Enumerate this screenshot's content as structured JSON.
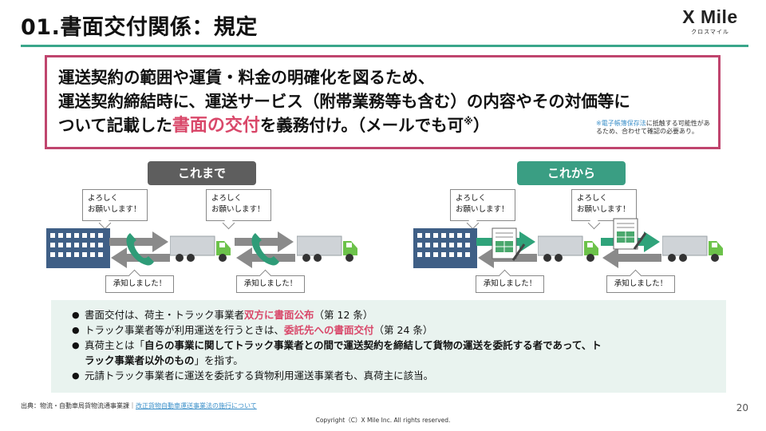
{
  "header": {
    "title": "01.書面交付関係：規定",
    "logo_main": "X Mile",
    "logo_sub": "クロスマイル"
  },
  "lead": {
    "line1": "運送契約の範囲や運賃・料金の明確化を図るため、",
    "line2": "運送契約締結時に、運送サービス（附帯業務等も含む）の内容やその対価等に",
    "line3_prefix": "ついて記載した",
    "line3_em": "書面の交付",
    "line3_suffix": "を義務付け。（メールでも可",
    "line3_sup": "※",
    "line3_end": "）",
    "note_link": "※電子帳簿保存法",
    "note_rest": "に抵触する可能性があるため、合わせて確認の必要あり。"
  },
  "before": {
    "label": "これまで",
    "bubble1": [
      "よろしく",
      "お願いします！"
    ],
    "bubble2": [
      "よろしく",
      "お願いします！"
    ],
    "reply1": "承知しました！",
    "reply2": "承知しました！"
  },
  "after": {
    "label": "これから",
    "bubble1": [
      "よろしく",
      "お願いします！"
    ],
    "bubble2": [
      "よろしく",
      "お願いします！"
    ],
    "reply1": "承知しました！",
    "reply2": "承知しました！"
  },
  "bullets": {
    "b1_pre": "書面交付は、荷主・トラック事業者",
    "b1_em": "双方に書面公布",
    "b1_post": "（第 12 条）",
    "b2_pre": "トラック事業者等が利用運送を行うときは、",
    "b2_em": "委託先への書面交付",
    "b2_post": "（第 24 条）",
    "b3_pre": "真荷主とは「",
    "b3_bold1": "自らの事業に関してトラック事業者との間で運送契約を締結して貨物の運送を委託する者であって、ト",
    "b3_bold2": "ラック事業者以外のもの",
    "b3_post": "」を指す。",
    "b4": "元請トラック事業者に運送を委託する貨物利用運送事業者も、真荷主に該当。"
  },
  "footer": {
    "source_prefix": "出典：物流・自動車局貨物流通事業課｜",
    "source_link": "改正貨物自動車運送事業法の施行について",
    "page_number": "20",
    "copyright": "Copyright（C）X Mile Inc. All rights reserved."
  },
  "colors": {
    "accent_green": "#3a9e83",
    "title_rule": "#3aa68a",
    "emphasis_pink": "#d9486a",
    "box_border": "#c0456e",
    "pill_gray": "#5e5e5e",
    "bullet_bg": "#e9f3ef",
    "truck_cab": "#6cc24a",
    "building": "#3f5f86"
  }
}
